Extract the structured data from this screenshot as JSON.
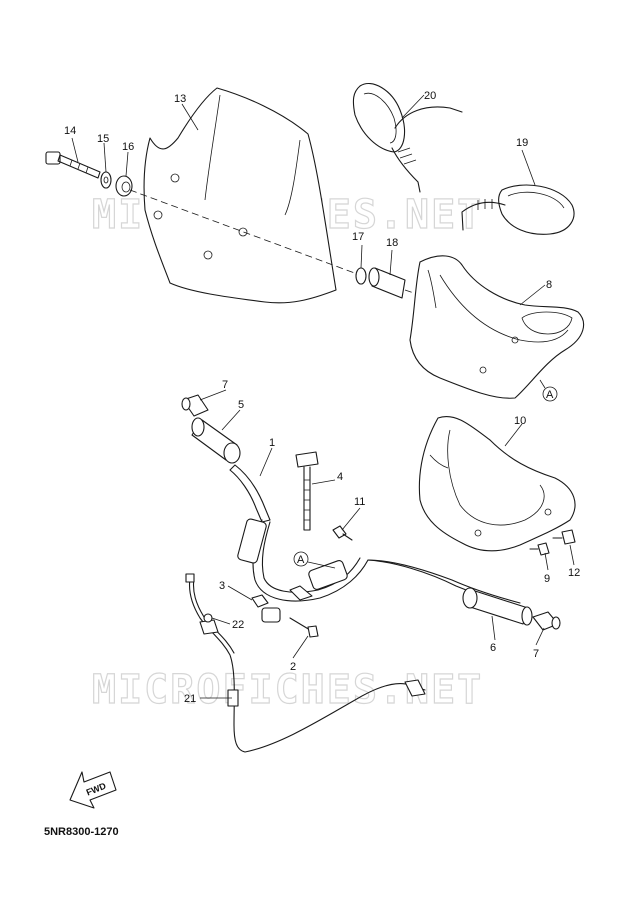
{
  "watermark": "MICROFICHES.NET",
  "diagram_code": "5NR8300-1270",
  "fwd_label": "FWD",
  "reference_label": "A",
  "callouts": {
    "c1": "1",
    "c2": "2",
    "c3": "3",
    "c4": "4",
    "c5": "5",
    "c6": "6",
    "c7a": "7",
    "c7b": "7",
    "c8": "8",
    "c9": "9",
    "c10": "10",
    "c11": "11",
    "c12": "12",
    "c13": "13",
    "c14": "14",
    "c15": "15",
    "c16": "16",
    "c17": "17",
    "c18": "18",
    "c19": "19",
    "c20": "20",
    "c21": "21",
    "c22": "22"
  }
}
